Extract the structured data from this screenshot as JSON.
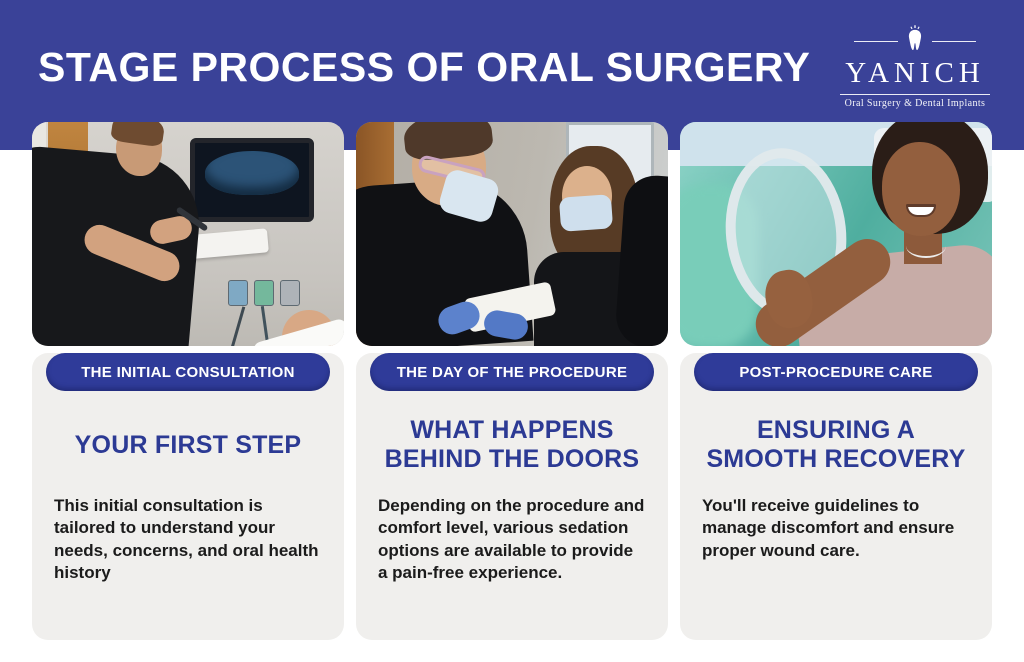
{
  "header": {
    "title": "STAGE PROCESS OF ORAL SURGERY"
  },
  "logo": {
    "name": "YANICH",
    "tagline": "Oral Surgery & Dental Implants",
    "icon": "tooth-icon"
  },
  "colors": {
    "band_blue": "#3A4298",
    "pill_blue": "#2F3B99",
    "heading_blue": "#2C3A94",
    "panel_gray": "#F0EFED",
    "body_text": "#1B1B1B",
    "white": "#FFFFFF"
  },
  "cards": [
    {
      "badge": "THE INITIAL CONSULTATION",
      "heading": "YOUR FIRST STEP",
      "body": "This initial consultation is tailored to understand your needs, concerns, and oral health history",
      "photo_alt": "Oral surgeon in black scrubs preparing instruments beside a wall monitor showing a panoramic dental X-ray"
    },
    {
      "badge": "THE DAY OF THE PROCEDURE",
      "heading": "WHAT HAPPENS\nBEHIND THE DOORS",
      "body": "Depending on the procedure and comfort level, various sedation options are available to provide a pain-free experience.",
      "photo_alt": "Masked surgeon with safety glasses and blue gloves performing a procedure with an assistant"
    },
    {
      "badge": "POST-PROCEDURE CARE",
      "heading": "ENSURING A\nSMOOTH RECOVERY",
      "body": "You'll receive guidelines to manage discomfort and ensure proper wound care.",
      "photo_alt": "Smiling patient checking her new smile in a round hand mirror"
    }
  ]
}
